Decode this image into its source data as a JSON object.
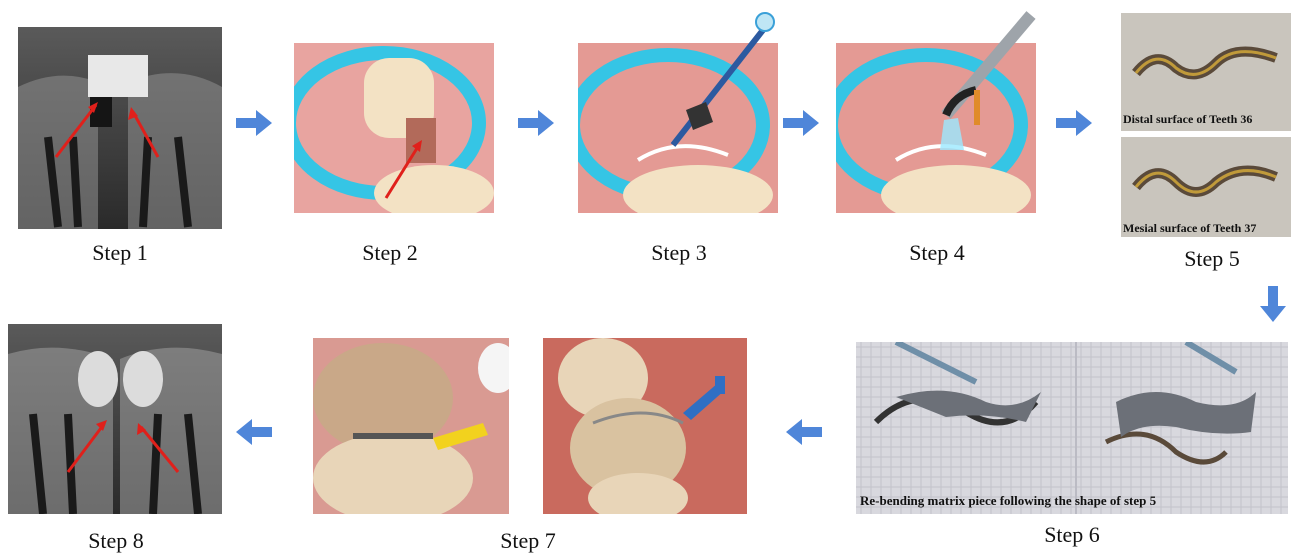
{
  "steps": {
    "s1": "Step 1",
    "s2": "Step 2",
    "s3": "Step 3",
    "s4": "Step 4",
    "s5": "Step 5",
    "s6": "Step 6",
    "s7": "Step 7",
    "s8": "Step 8"
  },
  "captions": {
    "distal": "Distal surface of Teeth 36",
    "mesial": "Mesial surface of Teeth 37",
    "rebend": "Re-bending matrix piece following the shape of step 5"
  },
  "colors": {
    "flow_arrow": "#4f86d9",
    "annotation_arrow": "#e0201b",
    "ring": "#35c5e5"
  }
}
